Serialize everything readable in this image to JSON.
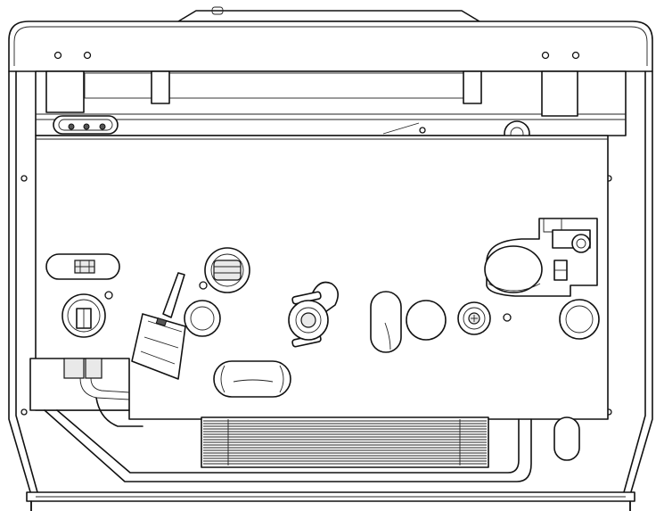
{
  "drawing": {
    "colors": {
      "line": "#111111",
      "paper": "#ffffff",
      "shade": "#e9e9e9",
      "dark": "#555555"
    },
    "parts": [
      "top-cover",
      "mounting-bracket",
      "rear-bracket-left",
      "rear-bracket-right",
      "electrical-terminal-strip",
      "front-chassis-panel",
      "pressure-gauge-left",
      "threaded-fitting-left",
      "fitting-upper",
      "drain-cock-valve",
      "fitting-center",
      "safety-clip-fitting",
      "oval-cutout-center",
      "round-cap-center",
      "adjustment-screw",
      "expansion-vessel-pump",
      "fitting-right",
      "inspection-slot",
      "heat-exchanger-fins",
      "bottom-pipe-loop",
      "base-tray"
    ]
  }
}
